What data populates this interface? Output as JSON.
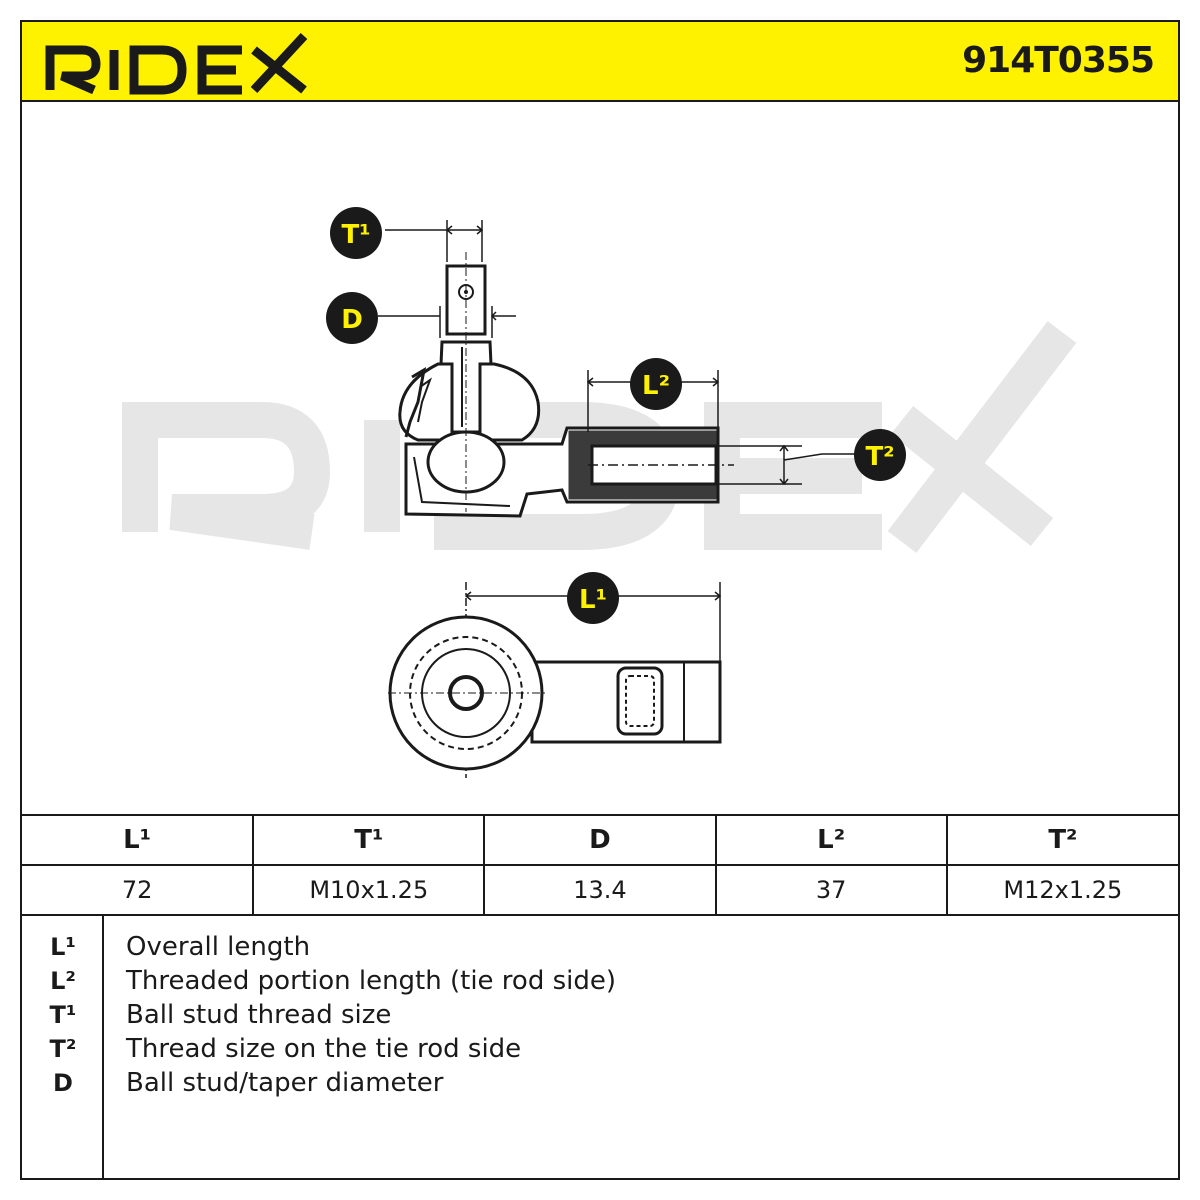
{
  "brand": "RIDEX",
  "part_number": "914T0355",
  "labels": {
    "T1": "T¹",
    "D": "D",
    "L2": "L²",
    "T2": "T²",
    "L1": "L¹"
  },
  "colors": {
    "brand_yellow": "#fff200",
    "ink": "#1a1a1a",
    "watermark": "#e6e6e6"
  },
  "spec_table": {
    "headers": [
      "L¹",
      "T¹",
      "D",
      "L²",
      "T²"
    ],
    "values": [
      "72",
      "M10x1.25",
      "13.4",
      "37",
      "M12x1.25"
    ]
  },
  "legend": [
    {
      "code": "L¹",
      "desc": "Overall length"
    },
    {
      "code": "L²",
      "desc": "Threaded portion length (tie rod side)"
    },
    {
      "code": "T¹",
      "desc": "Ball stud thread size"
    },
    {
      "code": "T²",
      "desc": "Thread size on the tie rod side"
    },
    {
      "code": "D",
      "desc": "Ball stud/taper diameter"
    }
  ]
}
